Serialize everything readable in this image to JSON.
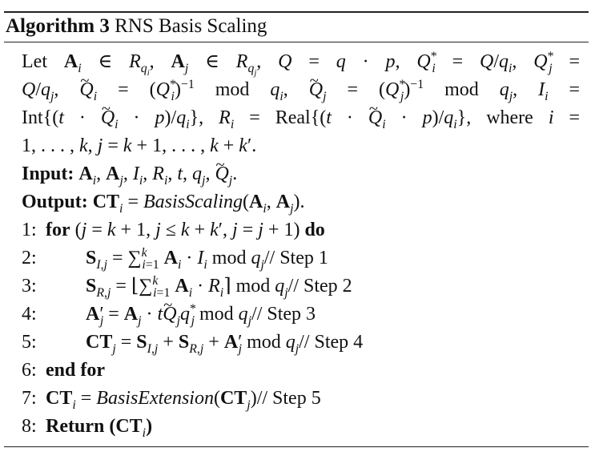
{
  "algorithm": {
    "label": "Algorithm 3",
    "title": "RNS Basis Scaling",
    "let_text": "Let",
    "where_text": "where",
    "mod_text": "mod",
    "input_label": "Input:",
    "output_label": "Output:",
    "lines": [
      {
        "num": "1:",
        "keyword": "for",
        "keyword_end": "do"
      },
      {
        "num": "2:",
        "comment": "// Step 1"
      },
      {
        "num": "3:",
        "comment": "// Step 2"
      },
      {
        "num": "4:",
        "comment": "// Step 3"
      },
      {
        "num": "5:",
        "comment": "// Step 4"
      },
      {
        "num": "6:",
        "keyword": "end for"
      },
      {
        "num": "7:",
        "comment": "// Step 5"
      },
      {
        "num": "8:",
        "keyword": "Return"
      }
    ],
    "functions": {
      "basis_scaling": "BasisScaling",
      "basis_extension": "BasisExtension",
      "int": "Int",
      "real": "Real"
    }
  }
}
